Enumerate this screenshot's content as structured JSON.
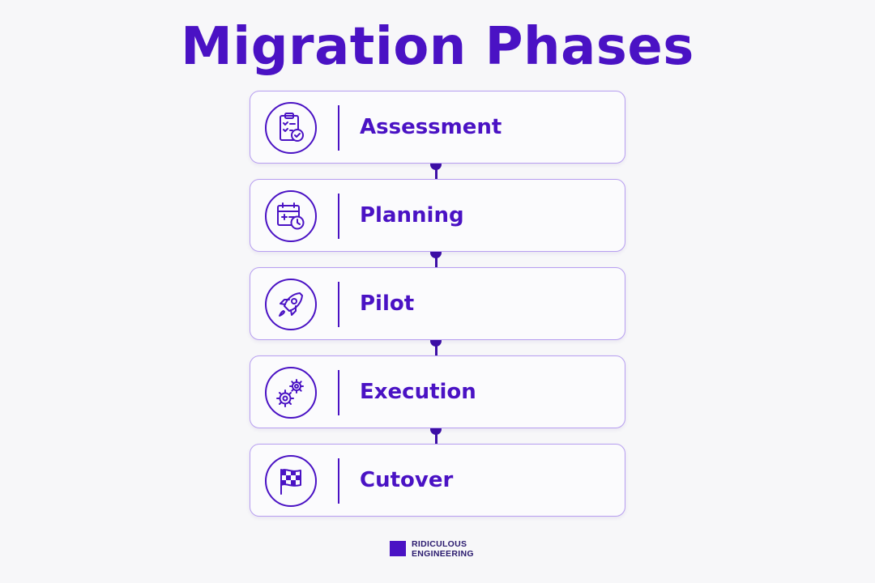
{
  "title": "Migration Phases",
  "accent_color": "#4a12c4",
  "phases": [
    {
      "label": "Assessment",
      "icon": "clipboard-check-icon"
    },
    {
      "label": "Planning",
      "icon": "calendar-clock-icon"
    },
    {
      "label": "Pilot",
      "icon": "rocket-icon"
    },
    {
      "label": "Execution",
      "icon": "gears-icon"
    },
    {
      "label": "Cutover",
      "icon": "checkered-flag-icon"
    }
  ],
  "brand": {
    "line1": "RIDICULOUS",
    "line2": "ENGINEERING"
  }
}
